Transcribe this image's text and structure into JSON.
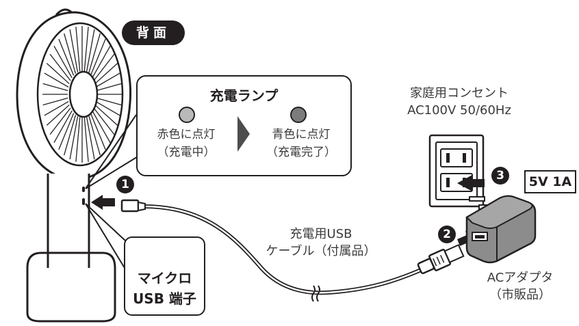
{
  "back_label": "背面",
  "lamp": {
    "title": "充電ランプ",
    "charging": "赤色に点灯\n（充電中）",
    "complete": "青色に点灯\n（充電完了）",
    "charging_color": "#b9b9b9",
    "complete_color": "#7c7c7c"
  },
  "port": {
    "label": "マイクロ\nUSB 端子"
  },
  "outlet": {
    "label": "家庭用コンセント\nAC100V 50/60Hz"
  },
  "cable": {
    "label": "充電用USB\nケーブル（付属品）"
  },
  "adapter": {
    "label": "ACアダプタ\n（市販品）",
    "rating": "5V 1A"
  },
  "steps": [
    "1",
    "2",
    "3"
  ]
}
